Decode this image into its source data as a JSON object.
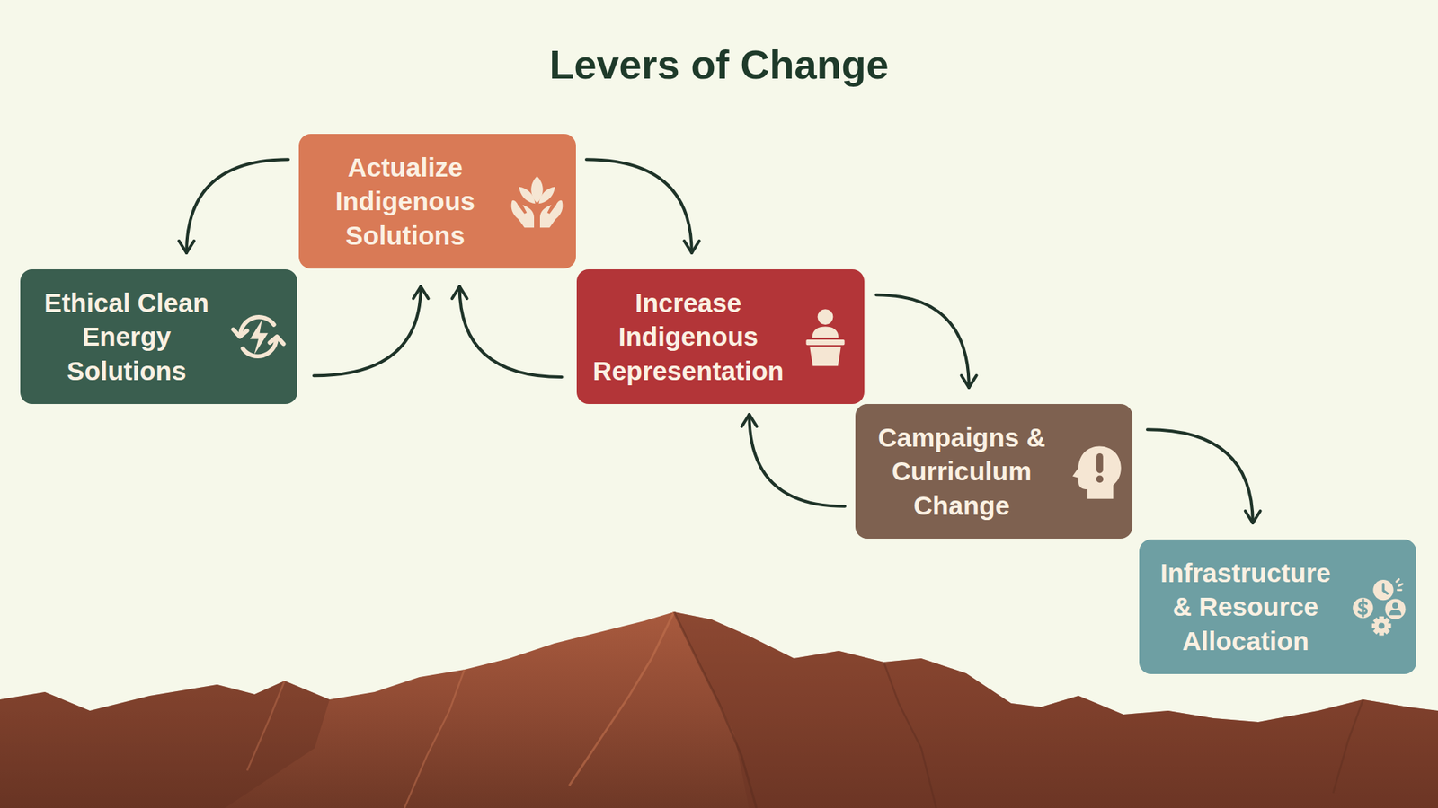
{
  "diagram": {
    "title": "Levers of Change",
    "nodes": [
      {
        "text": [
          "Actualize Indigenous Solutions"
        ]
      },
      {
        "text": [
          "Ethical Clean Energy Solutions"
        ]
      },
      {
        "text": [
          "Increase Indigenous Representation"
        ]
      },
      {
        "text": [
          "Campaigns & Curriculum Change"
        ]
      },
      {
        "text": [
          "Infrastructure & Resource Allocation"
        ]
      }
    ],
    "edges": [
      {
        "from": 0,
        "to": 1,
        "arrow": "to"
      },
      {
        "from": 1,
        "to": 0,
        "arrow": "to"
      },
      {
        "from": 0,
        "to": 2,
        "arrow": "to"
      },
      {
        "from": 2,
        "to": 0,
        "arrow": "to"
      },
      {
        "from": 2,
        "to": 3,
        "arrow": "to"
      },
      {
        "from": 3,
        "to": 2,
        "arrow": "to"
      },
      {
        "from": 3,
        "to": 4,
        "arrow": "to"
      }
    ]
  }
}
